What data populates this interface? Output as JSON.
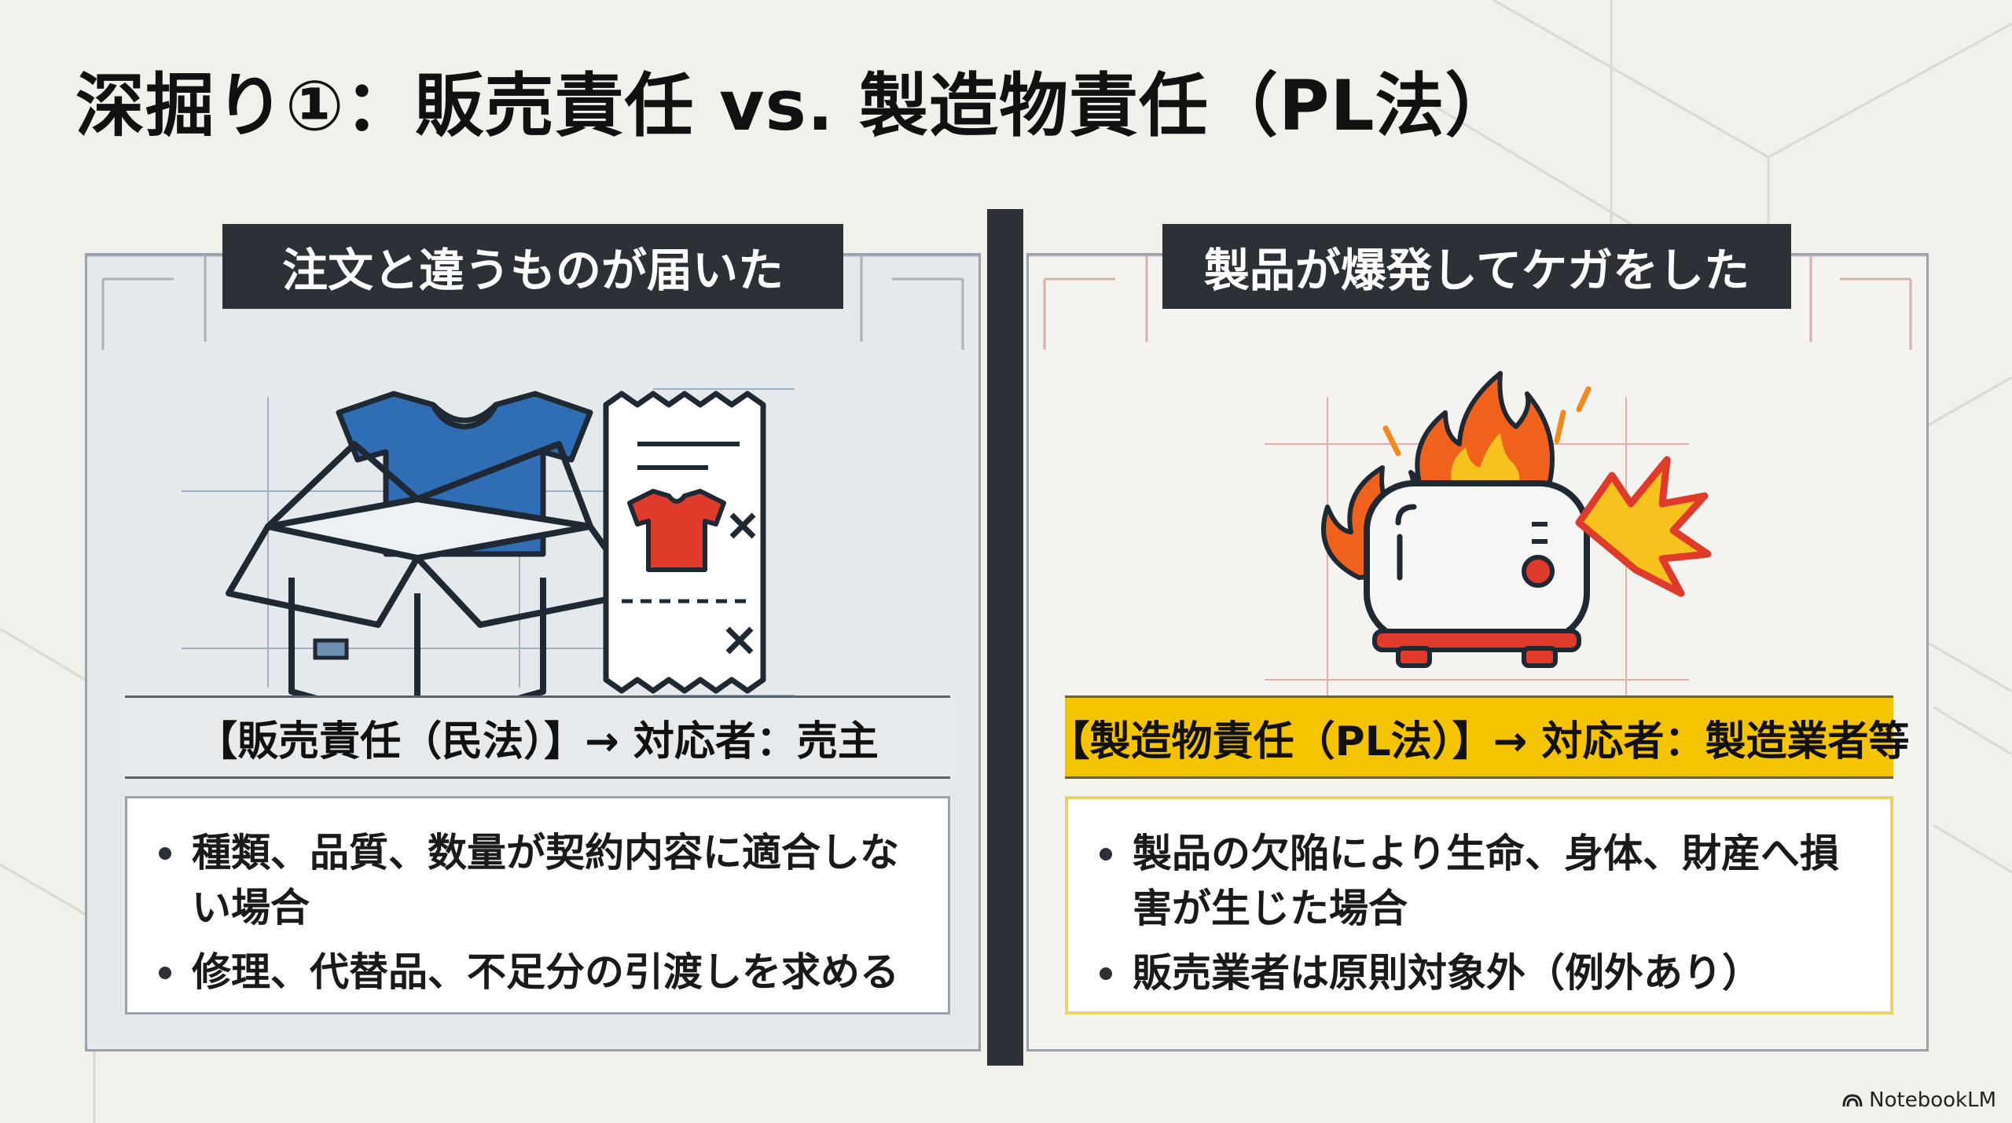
{
  "title": "深掘り①：販売責任 vs. 製造物責任（PL法）",
  "left": {
    "header": "注文と違うものが届いた",
    "label": "【販売責任（民法）】→ 対応者：売主",
    "bullets": [
      "種類、品質、数量が契約内容に適合しない場合",
      "修理、代替品、不足分の引渡しを求める"
    ],
    "icons": [
      "open-box-with-blue-tshirt-icon",
      "receipt-with-red-tshirt-icon"
    ]
  },
  "right": {
    "header": "製品が爆発してケガをした",
    "label": "【製造物責任（PL法）】→ 対応者：製造業者等",
    "bullets": [
      "製品の欠陥により生命、身体、財産へ損害が生じた場合",
      "販売業者は原則対象外（例外あり）"
    ],
    "icons": [
      "burning-toaster-icon",
      "explosion-icon"
    ]
  },
  "colors": {
    "dark": "#2b3137",
    "accent_yellow": "#f5c400",
    "shirt_blue": "#2f6db5",
    "shirt_red": "#e03a2a"
  },
  "watermark": "NotebookLM"
}
